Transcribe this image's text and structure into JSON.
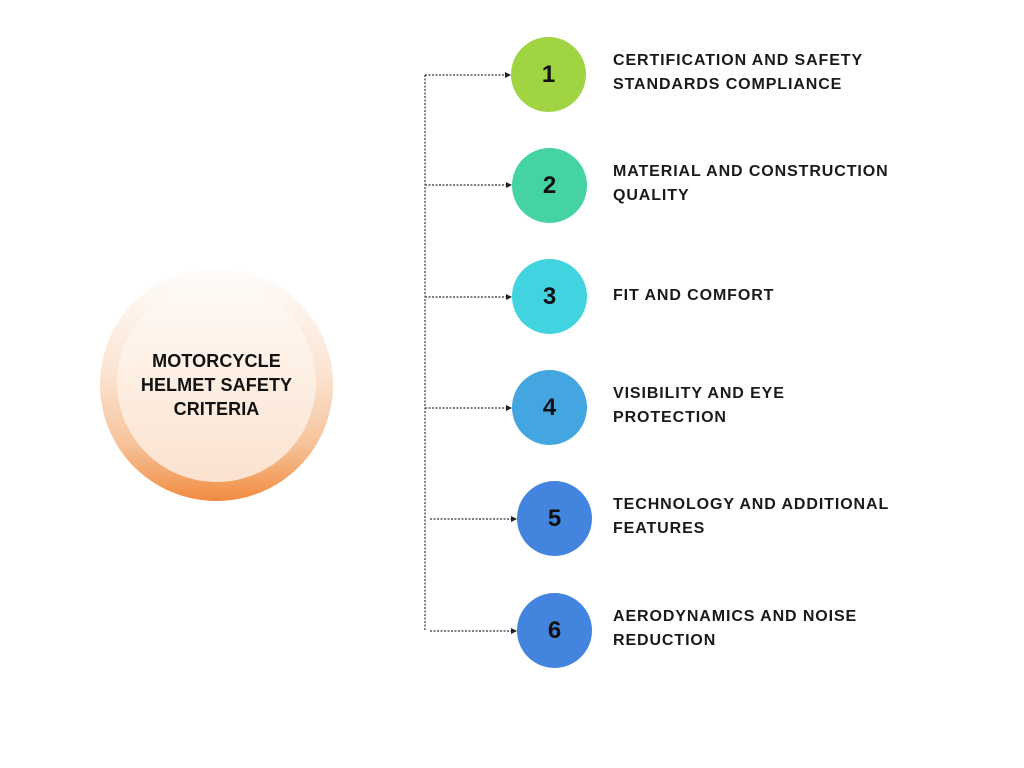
{
  "diagram": {
    "type": "hub-and-spoke numbered list",
    "hub": {
      "title": "MOTORCYCLE\nHELMET SAFETY\nCRITERIA",
      "colors": {
        "outer_top": "#fffdfb",
        "outer_bottom": "#f28b40",
        "inner": "#fdeee2"
      }
    },
    "connector_style": "dotted line with arrowhead",
    "steps": [
      {
        "number": "1",
        "label": "CERTIFICATION AND SAFETY\nSTANDARDS COMPLIANCE",
        "color": "#a0d443"
      },
      {
        "number": "2",
        "label": "MATERIAL AND CONSTRUCTION\nQUALITY",
        "color": "#44d3a1"
      },
      {
        "number": "3",
        "label": "FIT AND COMFORT",
        "color": "#42d3e0"
      },
      {
        "number": "4",
        "label": "VISIBILITY AND EYE\nPROTECTION",
        "color": "#43a6e0"
      },
      {
        "number": "5",
        "label": "TECHNOLOGY AND ADDITIONAL\nFEATURES",
        "color": "#4384de"
      },
      {
        "number": "6",
        "label": "AERODYNAMICS AND NOISE\nREDUCTION",
        "color": "#4384de"
      }
    ]
  }
}
